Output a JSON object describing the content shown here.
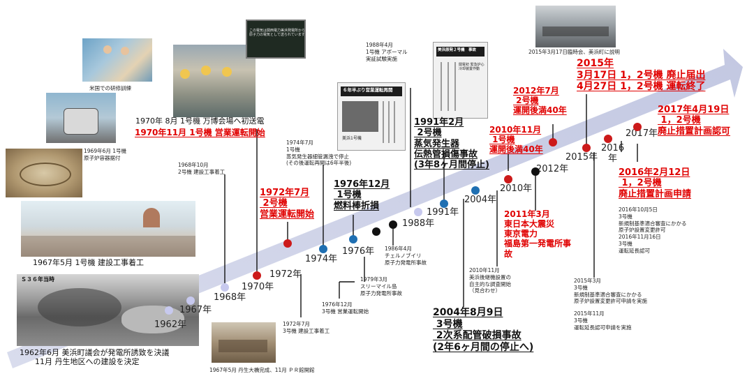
{
  "colors": {
    "arrow": "#c9cde3",
    "event_red": "#e00000",
    "dot_lavender": "#c7c9ee",
    "dot_blue": "#1f6fb2",
    "dot_red": "#cc1a1a",
    "dot_black": "#111111"
  },
  "photos": [
    "photo-1962-landscape",
    "photo-1967-site",
    "photo-1967-bridge",
    "photo-1969-reactor",
    "photo-1970-control-room",
    "photo-1970-sign",
    "photo-1988-newspaper",
    "photo-1991-newspaper",
    "photo-2015-meeting",
    "photo-excavation",
    "photo-american-training"
  ],
  "years": {
    "y1962": "1962年",
    "y1967": "1967年",
    "y1968": "1968年",
    "y1970": "1970年",
    "y1972": "1972年",
    "y1974": "1974年",
    "y1976": "1976年",
    "y1988": "1988年",
    "y1991": "1991年",
    "y2004": "2004年",
    "y2010": "2010年",
    "y2012": "2012年",
    "y2015": "2015年",
    "y2016": "2016\n年",
    "y2017": "2017年"
  },
  "events": {
    "e1962": "1962年6月 美浜町議会が発電所誘致を決議\n　　11月 丹生地区への建設を決定",
    "e1967_label": "1967年5月 1号機 建設工事着工",
    "e1967_bridge": "1967年5月 丹生大橋完成、11月 ＰＲ館開館",
    "e1968": "1968年10月\n2号機 建設工事着工",
    "e1969": "1969年6月 1号機\n原子炉容器据付",
    "american": "米国での研修訓練",
    "s36": "Ｓ３６年当時",
    "e1970_a": "1970年 8月 1号機 万博会場へ初送電",
    "e1970_b": "1970年11月 1号機 営業運転開始",
    "e1972_red": "1972年7月\n 2号機\n営業運転開始",
    "e1972_small": "1972年7月\n3号機 建設工事着工",
    "e1974": "1974年7月\n1号機\n蒸気発生器細管漏洩で停止\n(その後運転再開は6年半後)",
    "e1976_bold": "1976年12月\n 1号機\n燃料棒折損",
    "e1976_small": "1976年12月\n3号機 営業運転開始",
    "e1979": "1979年3月\nスリーマイル島\n原子力発電所事故",
    "e1986": "1986年4月\nチェルノブイリ\n原子力発電所事故",
    "e1988": "1988年4月\n1号機 アボーマル\n実証試験実施",
    "e1991": "1991年2月\n 2号機\n蒸気発生器\n伝熱管損傷事故\n(3年8ヶ月間停止)",
    "e2004": "2004年8月9日\n 3号機\n 2次系配管破損事故\n(2年6ヶ月間の停止へ)",
    "e2010_red": "2010年11月\n 1号機\n運開後満40年",
    "e2010_small": "2010年11月\n美浜後継機設置の\n自主的な調査開始\n（見合わせ）",
    "e2011": "2011年3月\n東日本大震災\n東京電力\n福島第一発電所事\n故",
    "e2012": "2012年7月\n 2号機\n運開後満40年",
    "e2015_top": "2015年3月17日臨時会、美浜町に説明",
    "e2015_red": "2015年\n3月17日 1，2号機 廃止届出\n4月27日 1，2号機 運転終了",
    "e2015_small_a": "2015年3月\n3号機\n新規制基準適合審査にかかる\n原子炉設置変更許可申請を実施",
    "e2015_small_b": "2015年11月\n3号機\n運転延長認可申請を実施",
    "e2016_red": "2016年2月12日\n 1，2号機\n廃止措置計画申請",
    "e2016_small": "2016年10月5日\n3号機\n新規制基準適合審査にかかる\n原子炉設置変更許可\n2016年11月16日\n3号機\n運転延長認可",
    "e2017_red": "2017年4月19日\n 1，2号機\n廃止措置計画認可",
    "news_1988_head": "６年半ぶり営業運転再開",
    "news_1988_side": "美浜1号機",
    "news_1991_head": "美浜原発２号機　事故",
    "news_1991_side": "関電初 緊急炉心冷却装置作動",
    "sign_1970": "この電気は関西電力美浜発電所から\n原子力の電気として送られています"
  }
}
